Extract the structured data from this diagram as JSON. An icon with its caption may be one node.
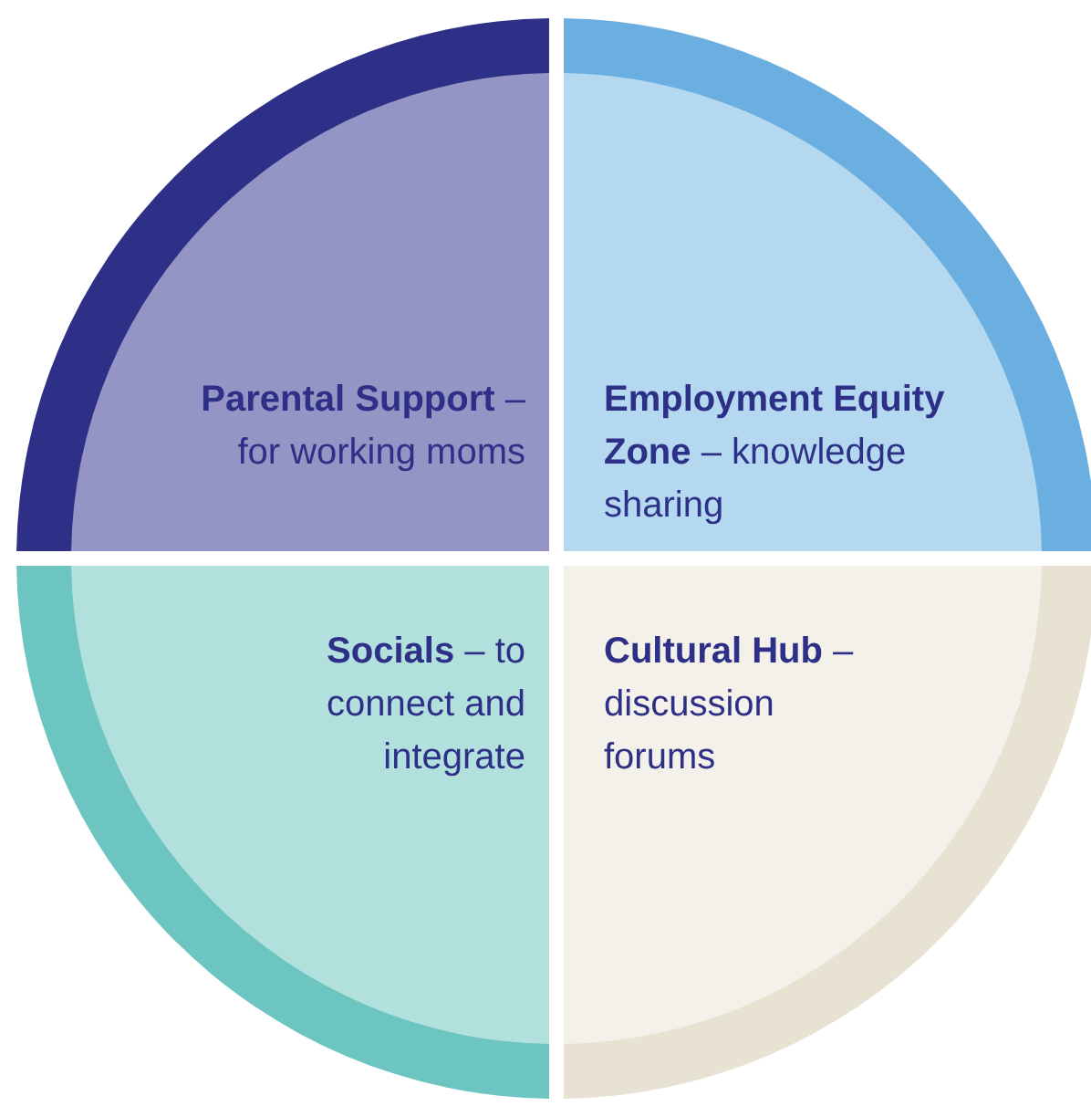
{
  "diagram": {
    "nodes": [
      {
        "text": [
          "**Parental Support** – for working moms"
        ]
      },
      {
        "text": [
          "**Employment Equity Zone** – knowledge sharing"
        ]
      },
      {
        "text": [
          "**Socials** – to connect and integrate"
        ]
      },
      {
        "text": [
          "**Cultural Hub** – discussion forums"
        ]
      }
    ]
  }
}
